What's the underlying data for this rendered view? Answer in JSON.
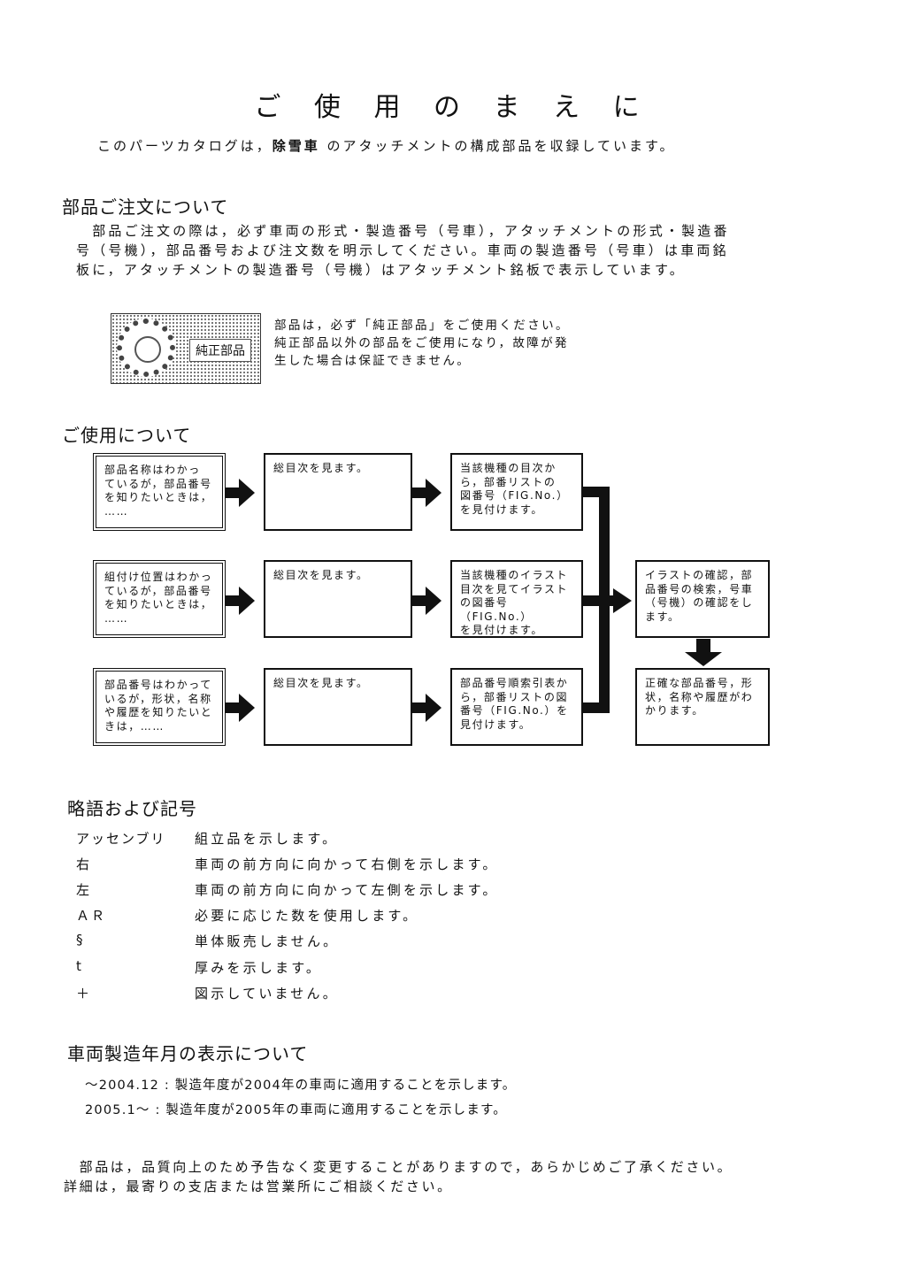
{
  "title": "ご 使 用 の ま え に",
  "intro": {
    "before": "このパーツカタログは，",
    "emph": "除雪車",
    "after": " のアタッチメントの構成部品を収録しています。"
  },
  "ordering": {
    "heading": "部品ご注文について",
    "lines": [
      "　部品ご注文の際は，必ず車両の形式・製造番号（号車），アタッチメントの形式・製造番",
      "号（号機），部品番号および注文数を明示してください。車両の製造番号（号車）は車両銘",
      "板に，アタッチメントの製造番号（号機）はアタッチメント銘板で表示しています。"
    ],
    "stamp_label": "純正部品",
    "note_lines": [
      "部品は，必ず「純正部品」をご使用ください。",
      "純正部品以外の部品をご使用になり，故障が発",
      "生した場合は保証できません。"
    ]
  },
  "usage": {
    "heading": "ご使用について",
    "rows": [
      {
        "start": [
          "部品名称はわかっ",
          "ているが，部品番号",
          "を知りたいときは，",
          "……"
        ],
        "mid": [
          "総目次を見ます。"
        ],
        "step": [
          "当該機種の目次か",
          "ら，部番リストの",
          "図番号（FIG.No.）",
          "を見付けます。"
        ]
      },
      {
        "start": [
          "組付け位置はわかっ",
          "ているが，部品番号",
          "を知りたいときは，",
          "……"
        ],
        "mid": [
          "総目次を見ます。"
        ],
        "step": [
          "当該機種のイラスト",
          "目次を見てイラスト",
          "の図番号（FIG.No.）",
          "を見付けます。"
        ]
      },
      {
        "start": [
          "部品番号はわかって",
          "いるが，形状，名称",
          "や履歴を知りたいと",
          "きは，……"
        ],
        "mid": [
          "総目次を見ます。"
        ],
        "step": [
          "部品番号順索引表か",
          "ら，部番リストの図",
          "番号（FIG.No.）を",
          "見付けます。"
        ]
      }
    ],
    "result": [
      "イラストの確認，部",
      "品番号の検索，号車",
      "（号機）の確認をし",
      "ます。"
    ],
    "final": [
      "正確な部品番号，形",
      "状，名称や履歴がわ",
      "かります。"
    ]
  },
  "abbreviations": {
    "heading": "略語および記号",
    "items": [
      {
        "key": "アッセンブリ",
        "value": "組立品を示します。"
      },
      {
        "key": "右",
        "value": "車両の前方向に向かって右側を示します。"
      },
      {
        "key": "左",
        "value": "車両の前方向に向かって左側を示します。"
      },
      {
        "key": "ＡＲ",
        "value": "必要に応じた数を使用します。"
      },
      {
        "key": "§",
        "value": "単体販売しません。"
      },
      {
        "key": "t",
        "value": "厚みを示します。"
      },
      {
        "key": "＋",
        "value": "図示していません。"
      }
    ]
  },
  "manufacture": {
    "heading": "車両製造年月の表示について",
    "lines": [
      "～2004.12 : 製造年度が2004年の車両に適用することを示します。",
      "2005.1～ : 製造年度が2005年の車両に適用することを示します。"
    ]
  },
  "footer": [
    "　部品は，品質向上のため予告なく変更することがありますので，あらかじめご了承ください。",
    "詳細は，最寄りの支店または営業所にご相談ください。"
  ]
}
